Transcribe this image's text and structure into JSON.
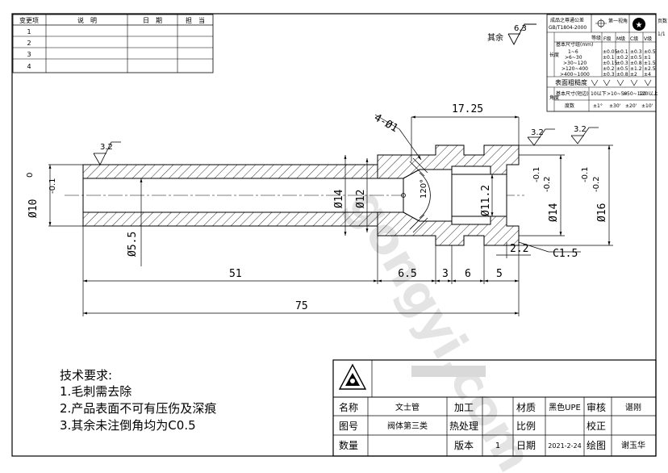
{
  "revision_table": {
    "headers": [
      "变更项",
      "说　明",
      "日　期",
      "担　当"
    ],
    "rows": [
      "1",
      "2",
      "3",
      "4"
    ]
  },
  "tolerance_table": {
    "standard_line1": "成品之尊通公差",
    "standard_line2": "GB/T1804-2000",
    "view_label": "第一视角",
    "page_label": "页数",
    "page_value": "1/1",
    "grade_header": "等级",
    "grades": [
      "F级",
      "M级",
      "C级",
      "V级"
    ],
    "row_group_label": "长度",
    "length_header": "基本尺寸组(mm)",
    "rows": [
      {
        "range": "1~6",
        "values": [
          "±0.05",
          "±0.1",
          "±0.3",
          "±0.5"
        ]
      },
      {
        "range": ">6~30",
        "values": [
          "±0.1",
          "±0.2",
          "±0.5",
          "±1"
        ]
      },
      {
        "range": ">30~120",
        "values": [
          "±0.15",
          "±0.3",
          "±0.8",
          "±1.5"
        ]
      },
      {
        "range": ">120~400",
        "values": [
          "±0.2",
          "±0.5",
          "±1.2",
          "±2.5"
        ]
      },
      {
        "range": ">400~1000",
        "values": [
          "±0.3",
          "±0.8",
          "±2",
          "±4"
        ]
      }
    ],
    "roughness_label": "表面粗糙度",
    "angle_group_label": "角度",
    "angle_row1_label": "基本尺寸(短边)",
    "angle_row1_values": [
      "10以下",
      ">10~50",
      ">50~120",
      "120以上"
    ],
    "angle_row2_label": "度数",
    "angle_row2_values": [
      "±1°",
      "±30'",
      "±20'",
      "±10'"
    ]
  },
  "surface_general": {
    "label": "其余",
    "value": "6.3"
  },
  "roughness_marks": [
    "3.2",
    "3.2",
    "3.2"
  ],
  "dimensions": {
    "top_length": "17.25",
    "holes": "4-Ø1",
    "left_dia": "Ø10",
    "left_tol_lower": "-0.1",
    "left_tol_upper": "0",
    "bore": "Ø5.5",
    "d14_inner": "Ø14",
    "d12": "Ø12",
    "angle": "120°",
    "d11": "Ø11.2",
    "right_d14": "Ø14",
    "right_d14_tol": "-0.2",
    "right_d14_tol2": "-0.1",
    "right_d16": "Ø16",
    "right_d16_tol": "-0.2",
    "right_d16_tol2": "-0.1",
    "chamfer": "C1.5",
    "groove": "2.2",
    "len_51": "51",
    "len_6_5": "6.5",
    "len_3": "3",
    "len_6": "6",
    "len_5": "5",
    "total": "75"
  },
  "requirements": {
    "title": "技术要求:",
    "items": [
      "1.毛刺需去除",
      "2.产品表面不可有压伤及深痕",
      "3.其余未注倒角均为C0.5"
    ]
  },
  "title_block": {
    "name_label": "名称",
    "name_value": "文士管",
    "process_label": "加工",
    "material_label": "材质",
    "material_value": "黑色UPE",
    "review_label": "审核",
    "review_value": "谌刚",
    "drawing_no_label": "图号",
    "drawing_no_value": "阀体第三类",
    "heat_label": "热处理",
    "scale_label": "比例",
    "check_label": "校正",
    "qty_label": "数量",
    "version_label": "版本",
    "version_value": "1",
    "date_label": "日期",
    "date_value": "2021-2-24",
    "drawn_label": "绘图",
    "drawn_value": "谢玉华"
  },
  "watermark": "gongyi.com"
}
